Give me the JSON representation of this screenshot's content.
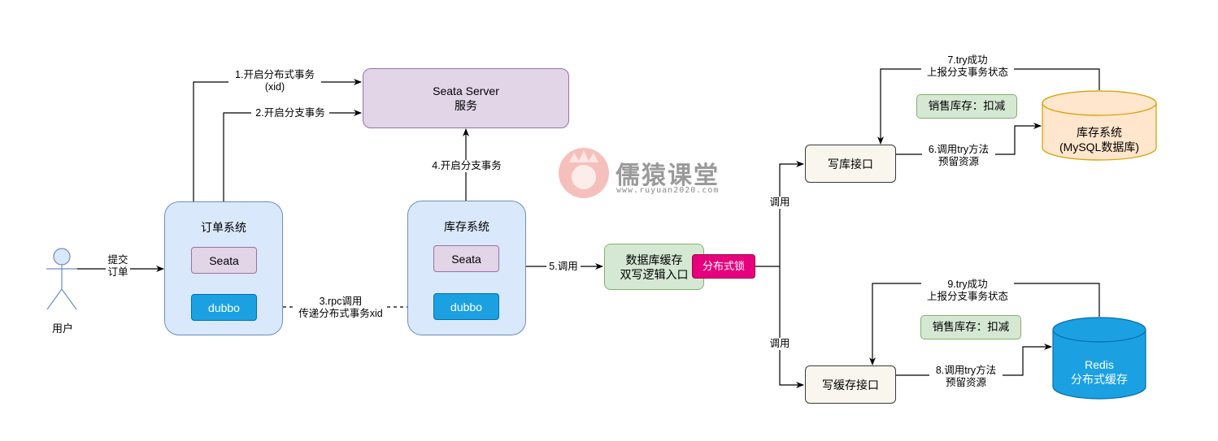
{
  "watermark": {
    "title": "儒猿课堂",
    "url": "www.ruyuan2020.com",
    "logo_color": "#f4b6b0"
  },
  "actor": {
    "label": "用户"
  },
  "nodes": {
    "seata_server": {
      "label": "Seata Server\n服务"
    },
    "order_system": {
      "title": "订单系统",
      "seata": "Seata",
      "dubbo": "dubbo"
    },
    "inventory_system": {
      "title": "库存系统",
      "seata": "Seata",
      "dubbo": "dubbo"
    },
    "dual_write_entry": {
      "label": "数据库缓存\n双写逻辑入口"
    },
    "distributed_lock": {
      "label": "分布式锁"
    },
    "write_db_api": {
      "label": "写库接口"
    },
    "write_cache_api": {
      "label": "写缓存接口"
    },
    "mysql_db": {
      "label": "库存系统\n(MySQL数据库)"
    },
    "redis_cache": {
      "label": "Redis\n分布式缓存"
    },
    "deduct_note_db": {
      "label": "销售库存：扣减"
    },
    "deduct_note_cache": {
      "label": "销售库存：扣减"
    }
  },
  "edges": {
    "submit_order": "提交\n订单",
    "step1": "1.开启分布式事务\n(xid)",
    "step2": "2.开启分支事务",
    "step3": "3.rpc调用\n传递分布式事务xid",
    "step4": "4.开启分支事务",
    "step5": "5.调用",
    "call_db": "调用",
    "call_cache": "调用",
    "step6": "6.调用try方法\n预留资源",
    "step7": "7.try成功\n上报分支事务状态",
    "step8": "8.调用try方法\n预留资源",
    "step9": "9.try成功\n上报分支事务状态"
  },
  "colors": {
    "purple_fill": "#e1d5e7",
    "blue_container_fill": "#dae8fc",
    "dubbo_fill": "#1ba1e2",
    "green_fill": "#d5e8d4",
    "cream_fill": "#f9f7ed",
    "lock_fill": "#e6007e",
    "mysql_fill": "#ffe6cc",
    "redis_fill": "#1ba1e2"
  }
}
